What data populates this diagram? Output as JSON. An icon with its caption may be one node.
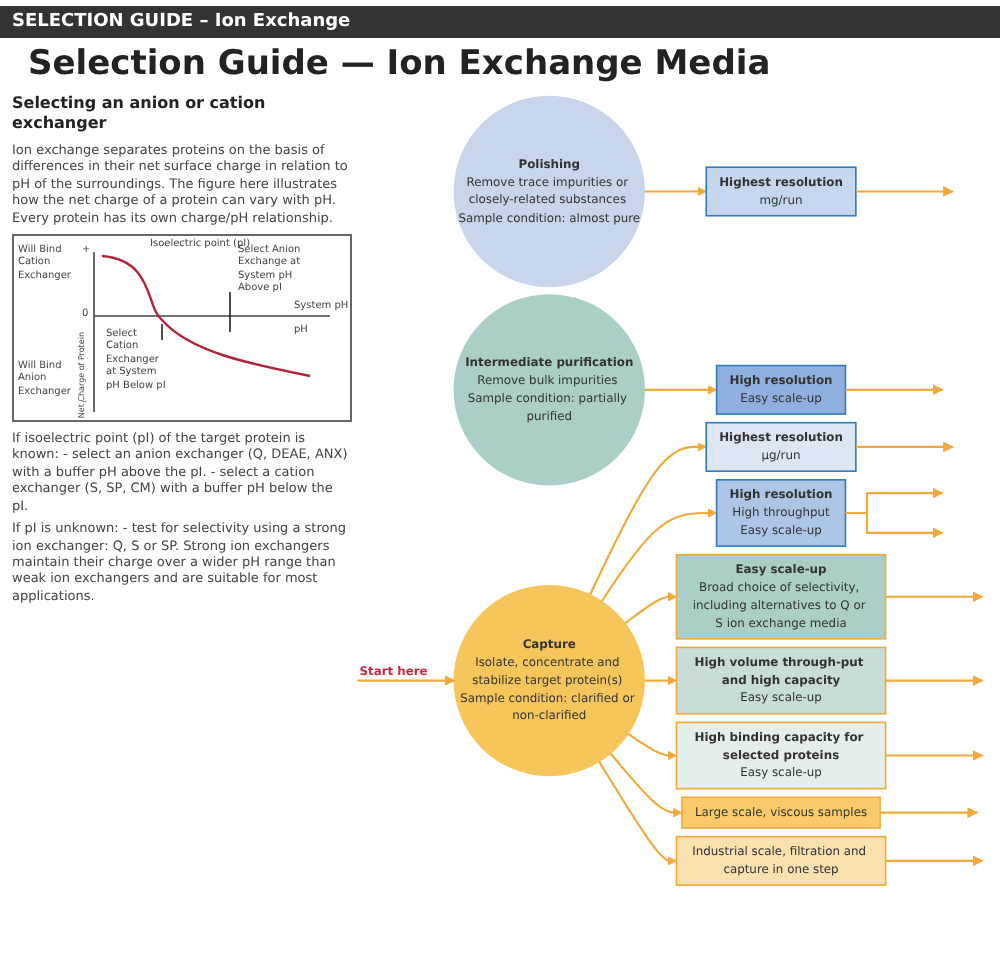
{
  "diagram": {
    "title": "Selection Guide — Ion Exchange Media",
    "nodes": [
      {
        "text": [
          "Polishing",
          "Remove trace impurities or closely-related substances Sample condition: almost pure"
        ]
      },
      {
        "text": [
          "Intermediate purification",
          "Remove bulk impurities Sample condition: partially purified"
        ]
      },
      {
        "text": [
          "Capture",
          "Isolate, concentrate and stabilize target protein(s) Sample condition: clarified or non-clarified"
        ]
      },
      {
        "text": [
          "Highest resolution",
          "µg/run"
        ]
      },
      {
        "text": [
          "Highest resolution",
          "mg/run"
        ]
      },
      {
        "text": [
          "High resolution",
          "High throughput",
          "Easy scale-up"
        ]
      },
      {
        "text": [
          "High resolution",
          "Easy scale-up"
        ]
      },
      {
        "text": [
          "Easy scale-up",
          "Broad choice of selectivity, including alternatives to Q or S ion exchange media"
        ]
      },
      {
        "text": [
          "High volume through-put and high capacity",
          "Easy scale-up"
        ]
      },
      {
        "text": [
          "High binding capacity for selected proteins",
          "Easy scale-up"
        ]
      },
      {
        "text": [
          "Large scale, viscous samples"
        ]
      },
      {
        "text": [
          "Industrial scale, filtration and capture in one step"
        ]
      }
    ],
    "edges": [
      {
        "from": null,
        "to": 2,
        "arrow": "to",
        "label": "Start here"
      },
      {
        "from": 2,
        "to": 3,
        "arrow": "to"
      },
      {
        "from": 0,
        "to": 4,
        "arrow": "to"
      },
      {
        "from": 2,
        "to": 5,
        "arrow": "to"
      },
      {
        "from": 1,
        "to": 6,
        "arrow": "to"
      },
      {
        "from": 2,
        "to": 7,
        "arrow": "to"
      },
      {
        "from": 2,
        "to": 8,
        "arrow": "to"
      },
      {
        "from": 2,
        "to": 9,
        "arrow": "to"
      },
      {
        "from": 2,
        "to": 10,
        "arrow": "to"
      },
      {
        "from": 2,
        "to": 11,
        "arrow": "to"
      },
      {
        "from": 3,
        "to": null,
        "arrow": "to"
      },
      {
        "from": 4,
        "to": null,
        "arrow": "to"
      },
      {
        "from": 5,
        "to": null,
        "arrow": "to"
      },
      {
        "from": 5,
        "to": null,
        "arrow": "to"
      },
      {
        "from": 6,
        "to": null,
        "arrow": "to"
      },
      {
        "from": 7,
        "to": null,
        "arrow": "to"
      },
      {
        "from": 8,
        "to": null,
        "arrow": "to"
      },
      {
        "from": 9,
        "to": null,
        "arrow": "to"
      },
      {
        "from": 10,
        "to": null,
        "arrow": "to"
      },
      {
        "from": 11,
        "to": null,
        "arrow": "to"
      }
    ],
    "labels": [
      "SELECTION GUIDE – Ion Exchange",
      "Selecting an anion or cation exchanger",
      "Ion exchange separates proteins on the basis of differences in their net surface charge in relation to pH of the surroundings. The figure here illustrates how the net charge of a protein can vary with pH. Every protein has its own charge/pH relationship.",
      "Will Bind Cation Exchanger",
      "+",
      "Isoelectric point (pI)",
      "Select Anion Exchange at System pH Above pI",
      "0",
      "System pH",
      "pH",
      "Select Cation Exchanger at System pH Below pI",
      "Net Charge of Protein",
      "Will Bind Anion Exchanger",
      "–",
      "If isoelectric point (pI) of the target protein is known: - select an anion exchanger (Q, DEAE, ANX) with a buffer pH above the pI. - select a cation exchanger (S, SP, CM) with a buffer pH below the pI.",
      "If pI is unknown: - test for selectivity using a strong ion exchanger: Q, S or SP. Strong ion exchangers maintain their charge over a wider pH range than weak ion exchangers and are suitable for most applications."
    ]
  }
}
